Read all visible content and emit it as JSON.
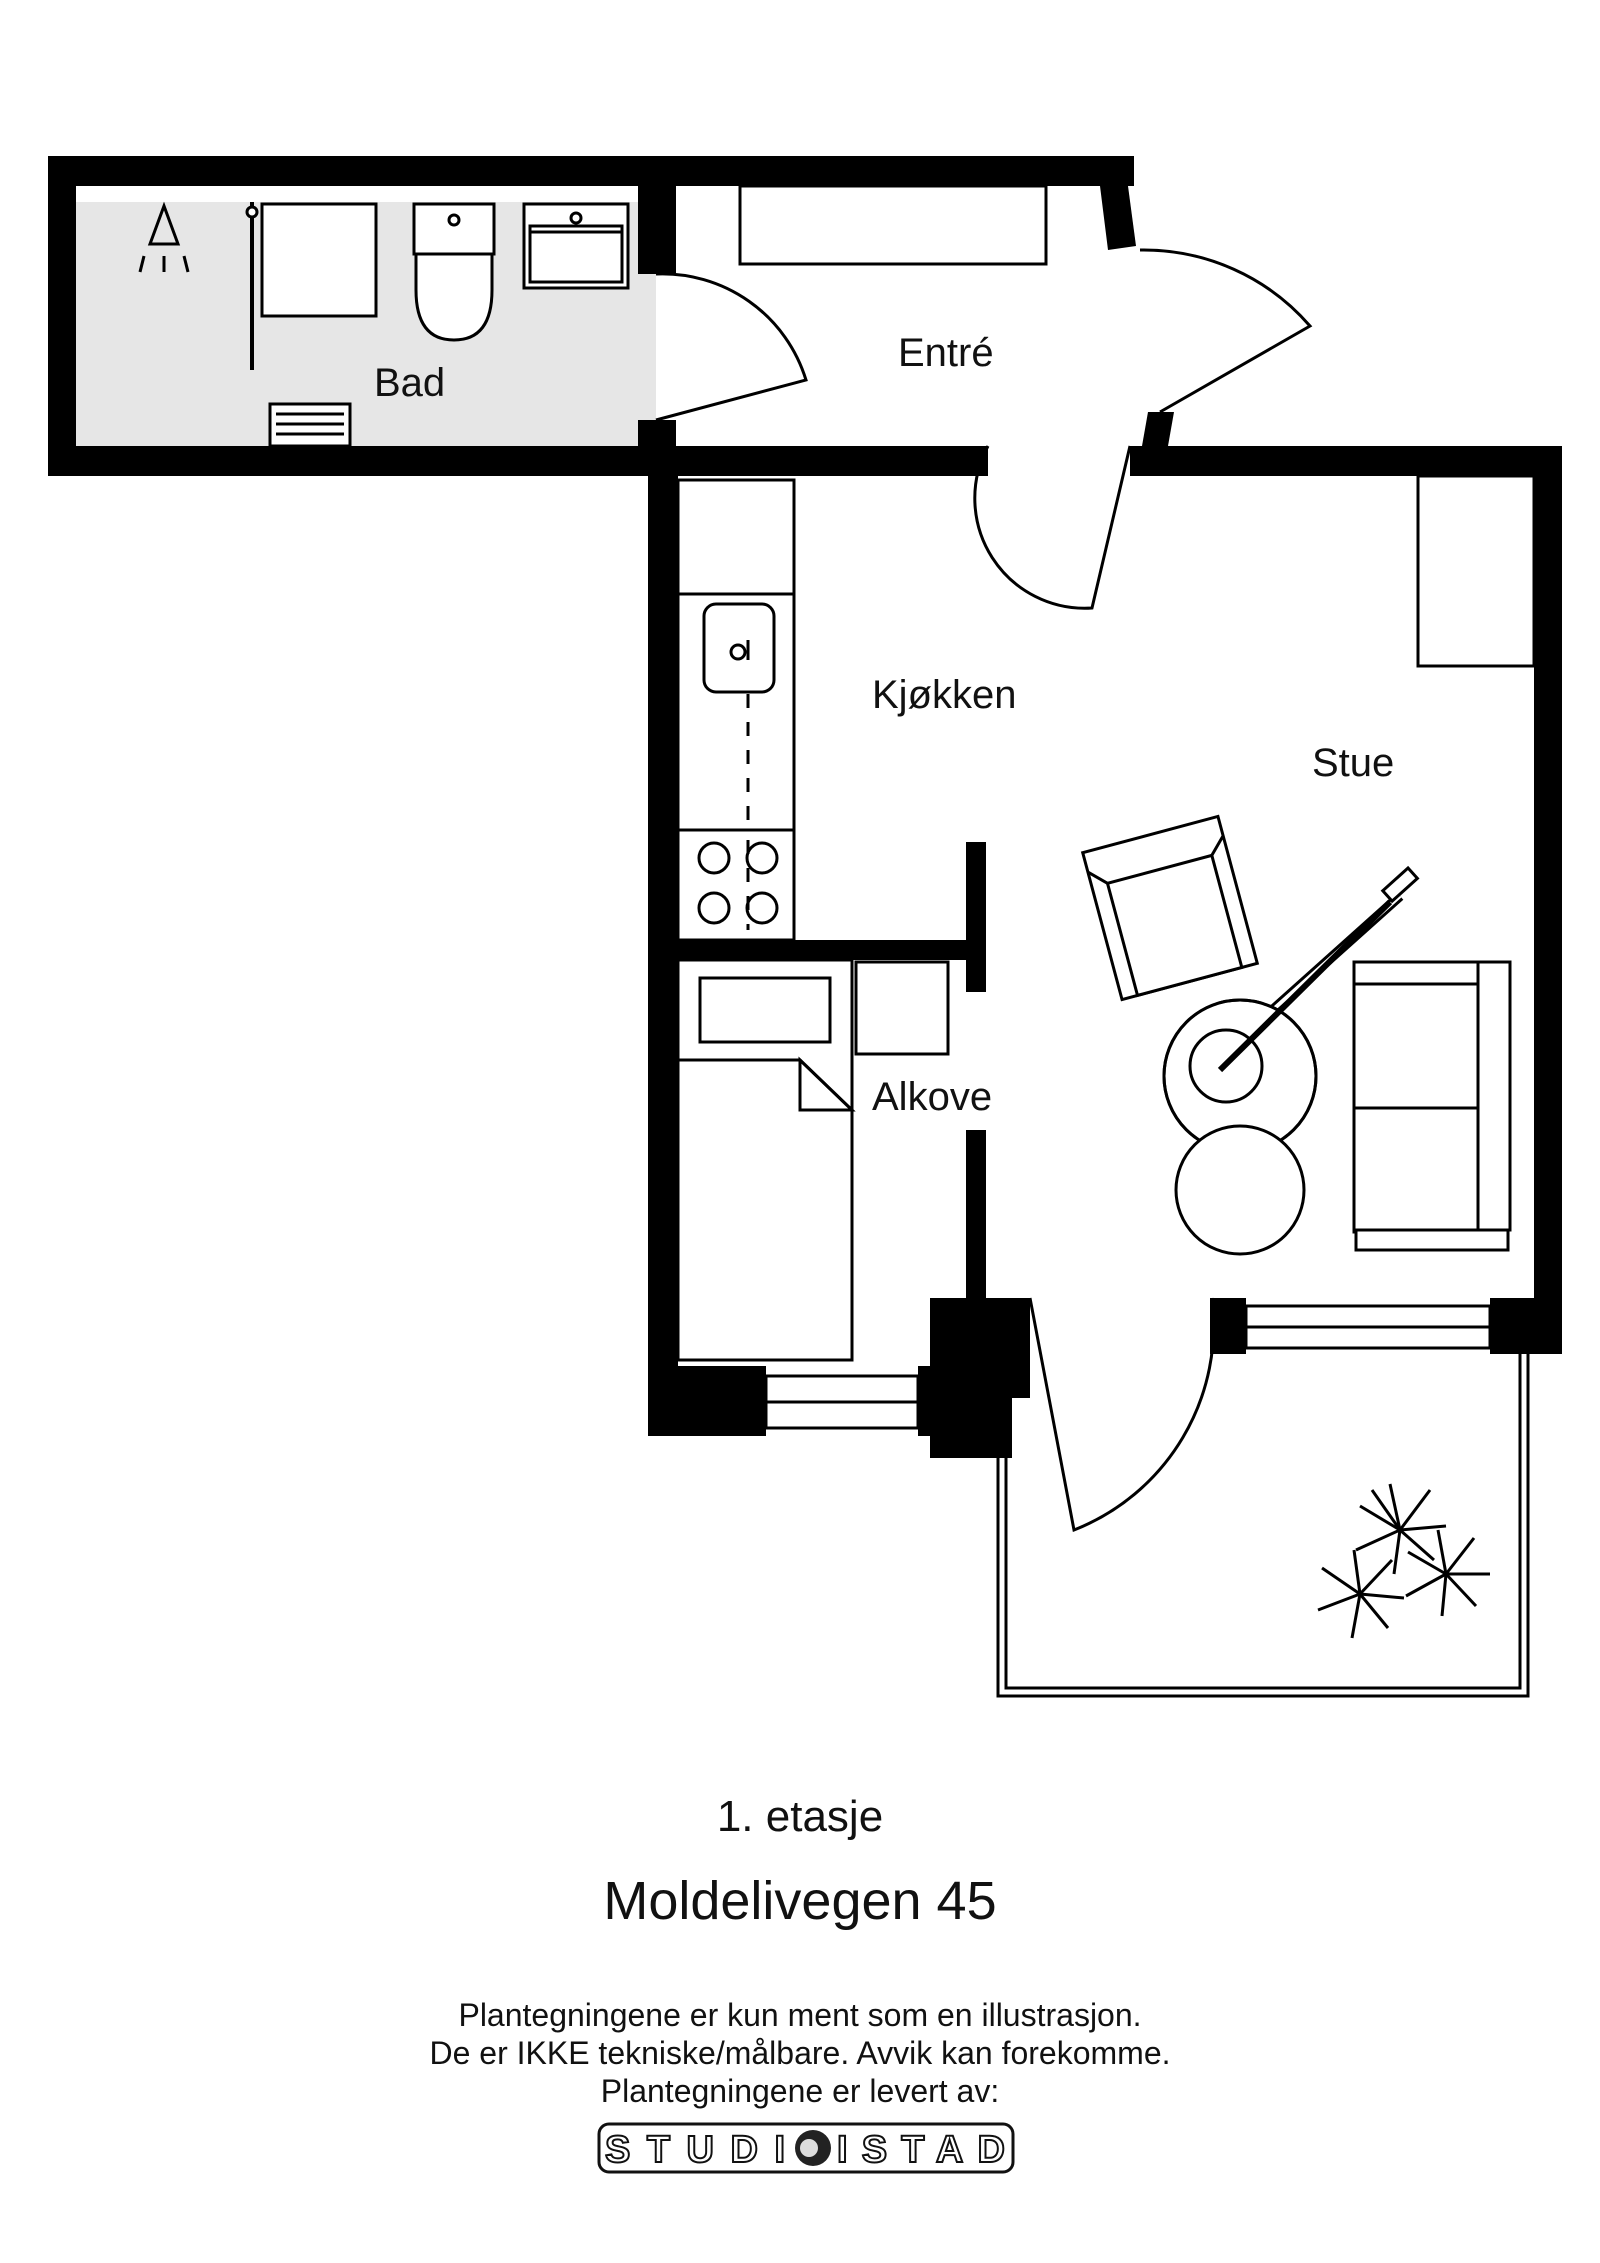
{
  "rooms": {
    "bad": "Bad",
    "entre": "Entré",
    "kjokken": "Kjøkken",
    "stue": "Stue",
    "alkove": "Alkove"
  },
  "caption": {
    "floor": "1. etasje",
    "address": "Moldelivegen 45"
  },
  "disclaimer": {
    "line1": "Plantegningene er kun ment som en illustrasjon.",
    "line2": "De er IKKE tekniske/målbare. Avvik kan forekomme.",
    "line3": "Plantegningene er levert av:"
  },
  "logo": {
    "text_left": "STUDI",
    "text_right": "ISTAD"
  },
  "colors": {
    "wall": "#000000",
    "bathroom_floor": "#e6e6e6",
    "line": "#111111"
  }
}
